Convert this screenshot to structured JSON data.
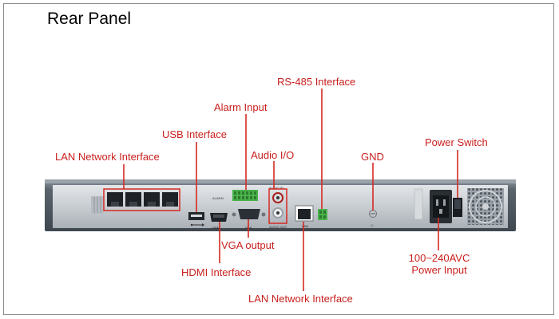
{
  "title": "Rear Panel",
  "colors": {
    "label": "#c8201e",
    "leader": "#d42a22",
    "chassis": "#5c6670",
    "panel": "#c9ced4",
    "ink": "#000000"
  },
  "callouts": {
    "lan_top": "LAN Network Interface",
    "usb": "USB Interface",
    "alarm": "Alarm Input",
    "rs485": "RS-485 Interface",
    "audio": "Audio I/O",
    "gnd": "GND",
    "power_switch": "Power Switch",
    "power_input_line1": "100~240AVC",
    "power_input_line2": "Power Input",
    "vga": "VGA output",
    "hdmi": "HDMI Interface",
    "lan_bottom": "LAN Network Interface"
  },
  "device_marks": {
    "hdmi": "HDMI",
    "vga": "VGA",
    "lan": "LAN",
    "audio_in": "AUDIO IN",
    "audio_out": "AUDIO OUT",
    "alarm": "ALARM"
  },
  "icons": [
    "usb-symbol-icon",
    "ground-screw-icon",
    "fan-grille-icon",
    "power-socket-icon"
  ]
}
